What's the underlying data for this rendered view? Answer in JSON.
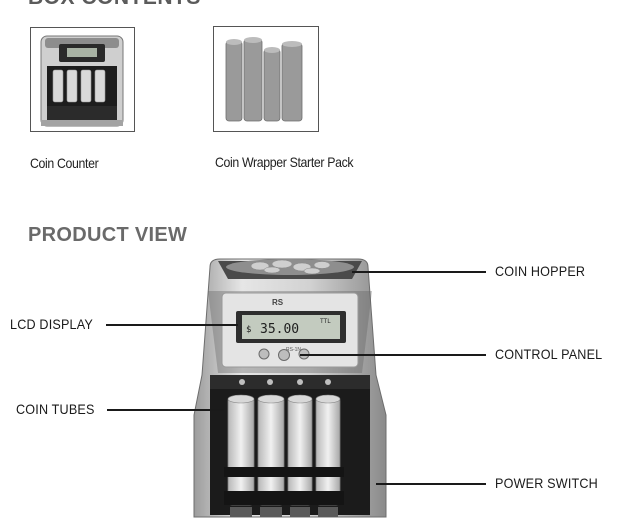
{
  "top_heading": "BOX CONTENTS",
  "box_contents": {
    "items": [
      {
        "caption": "Coin Counter"
      },
      {
        "caption": "Coin Wrapper Starter Pack"
      }
    ]
  },
  "product_view": {
    "heading": "PRODUCT VIEW",
    "callouts": {
      "coin_hopper": "COIN HOPPER",
      "lcd_display": "LCD DISPLAY",
      "control_panel": "CONTROL PANEL",
      "coin_tubes": "COIN TUBES",
      "power_switch": "POWER SWITCH"
    },
    "device": {
      "brand": "RS",
      "lcd_currency": "$",
      "lcd_amount": "35.00",
      "lcd_mode": "TTL",
      "model": "RS-1N"
    }
  }
}
